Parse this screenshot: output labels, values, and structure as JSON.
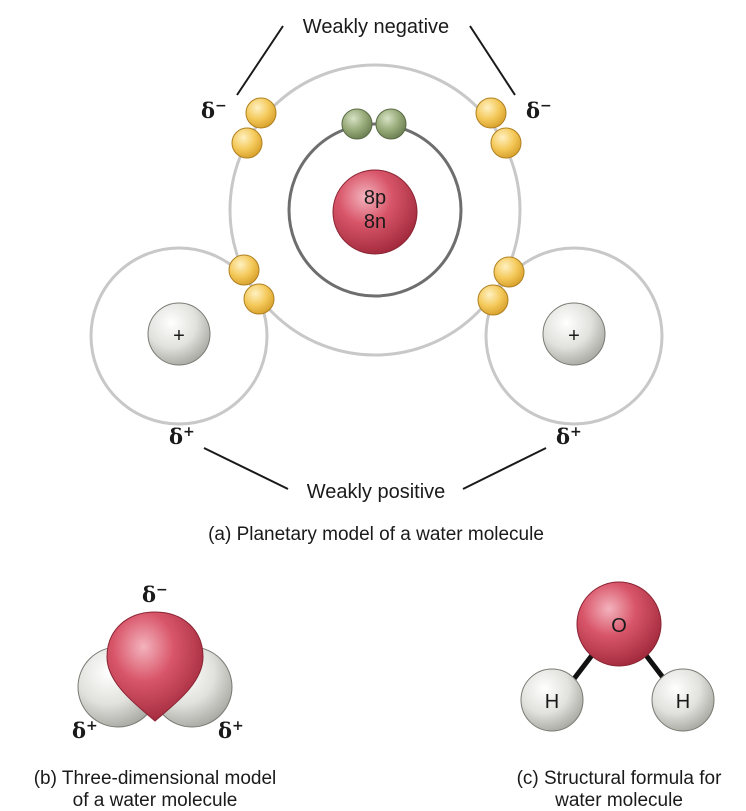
{
  "colors": {
    "nucleus": "#cf4a5c",
    "electron_pair_shared": "#f2c85a",
    "electron_inner": "#93a676",
    "hydrogen": "#dcdcd8",
    "orbit": "#c8c8c8",
    "inner_shell": "#6e6e6e"
  },
  "panel_a": {
    "label_top": "Weakly negative",
    "label_bottom": "Weakly positive",
    "nucleus_line1": "8p",
    "nucleus_line2": "8n",
    "hydrogen_symbol": "+",
    "delta_symbol": "δ",
    "neg_sign": "−",
    "pos_sign": "+",
    "caption": "(a) Planetary model of a water molecule"
  },
  "panel_b": {
    "caption_line1": "(b) Three-dimensional model",
    "caption_line2": "of a water molecule"
  },
  "panel_c": {
    "oxygen": "O",
    "hydrogen": "H",
    "caption_line1": "(c) Structural formula for",
    "caption_line2": "water molecule"
  }
}
